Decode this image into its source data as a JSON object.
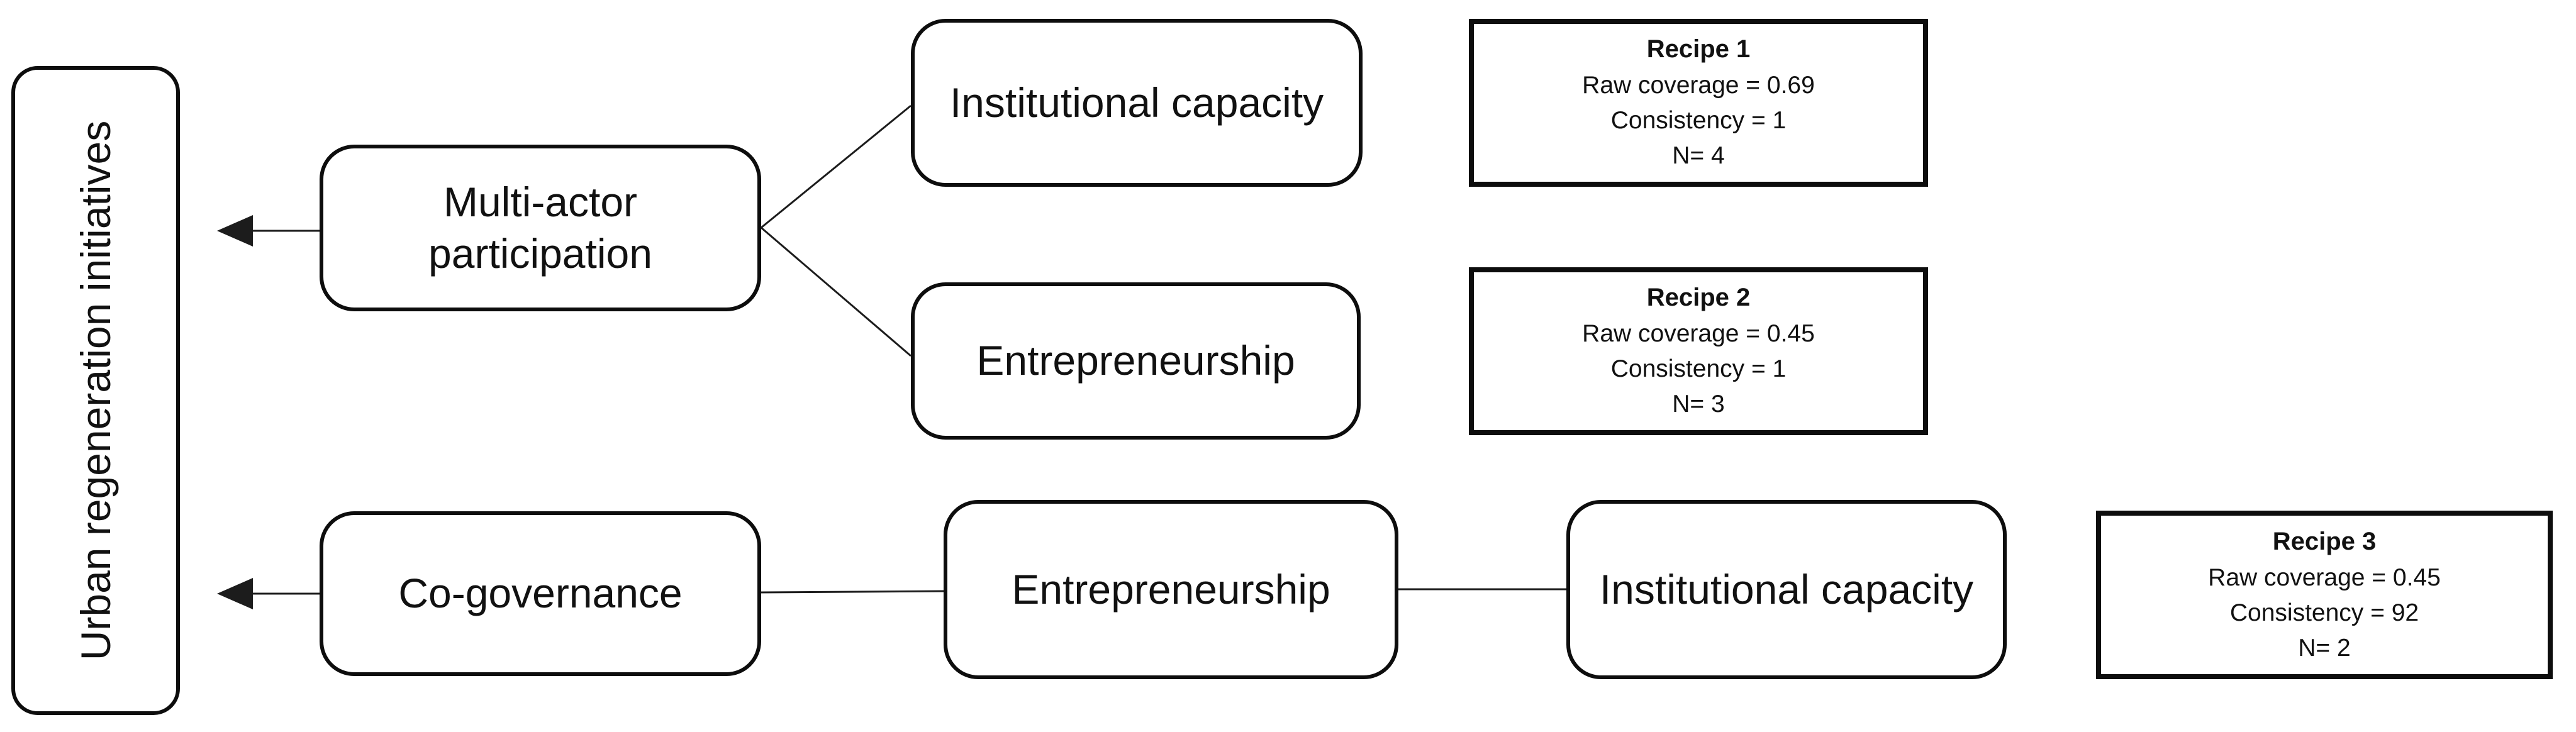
{
  "nodes": {
    "outcome": "Urban regeneration initiatives",
    "multi_actor": "Multi-actor participation",
    "institutional_capacity_top": "Institutional capacity",
    "entrepreneurship_top": "Entrepreneurship",
    "co_governance": "Co-governance",
    "entrepreneurship_bottom": "Entrepreneurship",
    "institutional_capacity_bottom": "Institutional capacity"
  },
  "recipes": [
    {
      "title": "Recipe 1",
      "lines": [
        "Raw coverage = 0.69",
        "Consistency = 1",
        "N= 4"
      ]
    },
    {
      "title": "Recipe 2",
      "lines": [
        "Raw coverage = 0.45",
        "Consistency = 1",
        "N= 3"
      ]
    },
    {
      "title": "Recipe 3",
      "lines": [
        "Raw coverage = 0.45",
        "Consistency = 92",
        "N= 2"
      ]
    }
  ],
  "colors": {
    "ink": "#111111",
    "line": "#1c1c1c",
    "background": "#ffffff"
  }
}
